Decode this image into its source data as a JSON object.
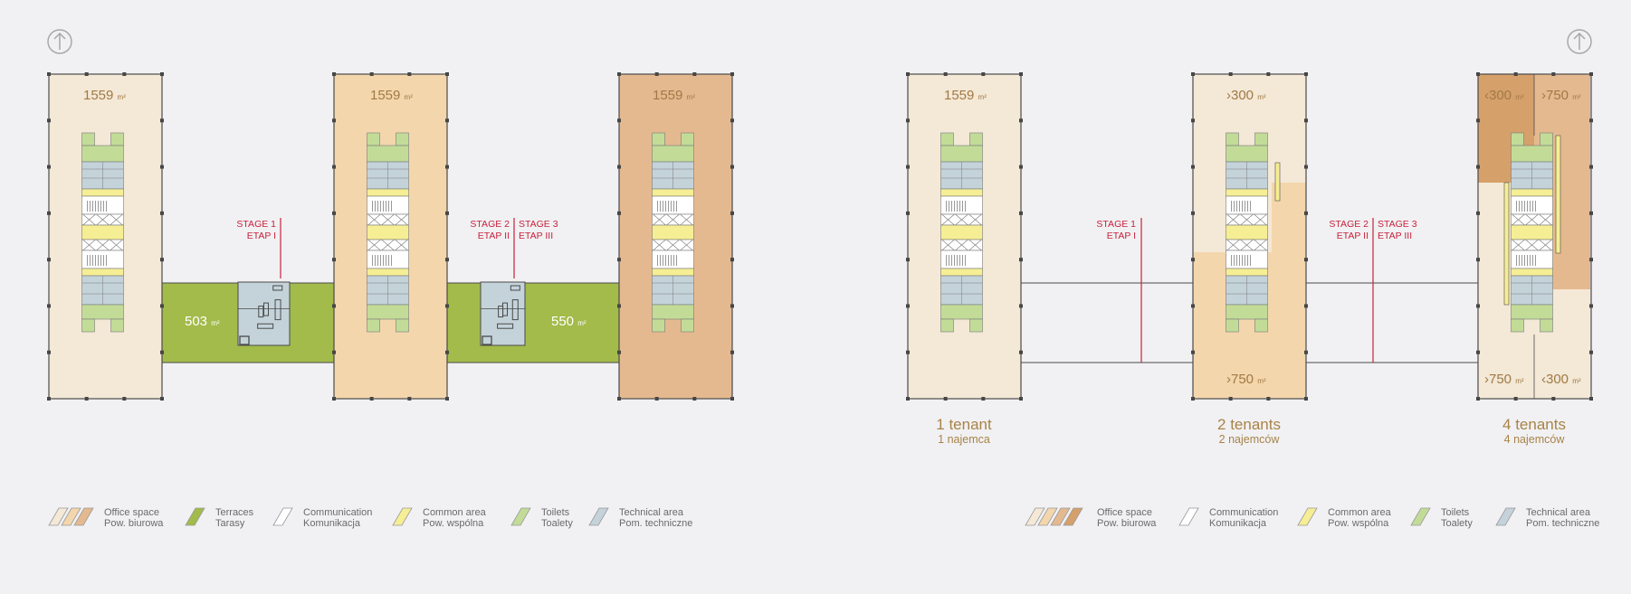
{
  "colors": {
    "background": "#f1f1f3",
    "office": [
      "#f4e8d6",
      "#f3d6ac",
      "#e5b98f",
      "#d6a06a"
    ],
    "terrace": "#a3bb4a",
    "communication": "#ffffff",
    "common": "#f6ee94",
    "toilets": "#c2dc98",
    "technical": "#c4d3da",
    "stage": "#c8213c",
    "text": "#a88348"
  },
  "left_plan": {
    "buildings": [
      {
        "area": "1559",
        "unit": "m²"
      },
      {
        "area": "1559",
        "unit": "m²"
      },
      {
        "area": "1559",
        "unit": "m²"
      }
    ],
    "terraces": [
      {
        "area": "503",
        "unit": "m²"
      },
      {
        "area": "550",
        "unit": "m²"
      }
    ],
    "stages": [
      {
        "line1": "STAGE 1",
        "line2": "ETAP I"
      },
      {
        "line1": "STAGE 2",
        "line2": "ETAP II"
      },
      {
        "line1": "STAGE 3",
        "line2": "ETAP III"
      }
    ]
  },
  "right_plan": {
    "buildings": [
      {
        "labels": [
          {
            "text": "1559",
            "unit": "m²"
          }
        ],
        "tenants": "1 tenant",
        "tenants_pl": "1 najemca"
      },
      {
        "labels": [
          {
            "text": "›300",
            "unit": "m²"
          },
          {
            "text": "›750",
            "unit": "m²"
          }
        ],
        "tenants": "2 tenants",
        "tenants_pl": "2 najemców"
      },
      {
        "labels": [
          {
            "text": "‹300",
            "unit": "m²"
          },
          {
            "text": "›750",
            "unit": "m²"
          },
          {
            "text": "›750",
            "unit": "m²"
          },
          {
            "text": "‹300",
            "unit": "m²"
          }
        ],
        "tenants": "4 tenants",
        "tenants_pl": "4 najemców"
      }
    ],
    "stages": [
      {
        "line1": "STAGE 1",
        "line2": "ETAP I"
      },
      {
        "line1": "STAGE 2",
        "line2": "ETAP II"
      },
      {
        "line1": "STAGE 3",
        "line2": "ETAP III"
      }
    ]
  },
  "legend_left": [
    {
      "en": "Office space",
      "pl": "Pow. biurowa",
      "swatch": "office3"
    },
    {
      "en": "Terraces",
      "pl": "Tarasy",
      "swatch": "terrace"
    },
    {
      "en": "Communication",
      "pl": "Komunikacja",
      "swatch": "communication"
    },
    {
      "en": "Common area",
      "pl": "Pow. wspólna",
      "swatch": "common"
    },
    {
      "en": "Toilets",
      "pl": "Toalety",
      "swatch": "toilets"
    },
    {
      "en": "Technical area",
      "pl": "Pom. techniczne",
      "swatch": "technical"
    }
  ],
  "legend_right": [
    {
      "en": "Office space",
      "pl": "Pow. biurowa",
      "swatch": "office4"
    },
    {
      "en": "Communication",
      "pl": "Komunikacja",
      "swatch": "communication"
    },
    {
      "en": "Common area",
      "pl": "Pow. wspólna",
      "swatch": "common"
    },
    {
      "en": "Toilets",
      "pl": "Toalety",
      "swatch": "toilets"
    },
    {
      "en": "Technical area",
      "pl": "Pom. techniczne",
      "swatch": "technical"
    }
  ],
  "icons": [
    "north-arrow-icon"
  ]
}
